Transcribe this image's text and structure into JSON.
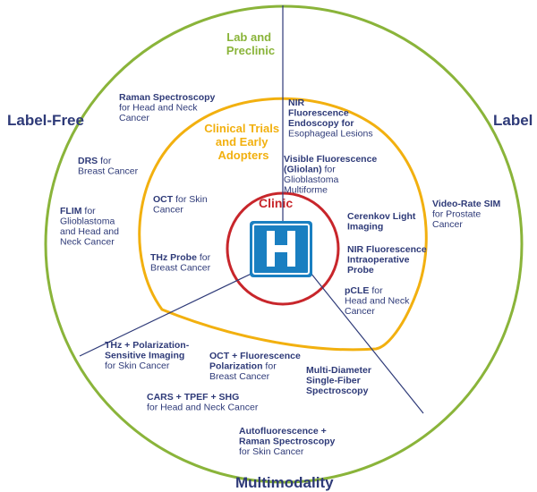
{
  "sectors": {
    "label_free": "Label-Free",
    "label": "Label",
    "multimodality": "Multimodality"
  },
  "rings": {
    "outer": [
      "Lab and",
      "Preclinic"
    ],
    "middle": [
      "Clinical Trials",
      "and Early",
      "Adopters"
    ],
    "inner": "Clinic"
  },
  "center_icon": "hospital-h-icon",
  "colors": {
    "outer_ring": "#8ab43a",
    "middle_ring": "#f2b00f",
    "inner_ring": "#c8262b",
    "text": "#2e3a78",
    "hospital_blue": "#1a7fc1"
  },
  "techniques": [
    {
      "id": "raman",
      "lines": [
        [
          "Raman Spectroscopy",
          ""
        ],
        [
          "",
          "for Head and Neck"
        ],
        [
          "",
          "Cancer"
        ]
      ]
    },
    {
      "id": "drs",
      "lines": [
        [
          "DRS",
          " for"
        ],
        [
          "",
          "Breast Cancer"
        ]
      ]
    },
    {
      "id": "flim",
      "lines": [
        [
          "FLIM",
          " for"
        ],
        [
          "",
          "Glioblastoma"
        ],
        [
          "",
          "and Head and"
        ],
        [
          "",
          "Neck Cancer"
        ]
      ]
    },
    {
      "id": "oct",
      "lines": [
        [
          "OCT",
          " for Skin"
        ],
        [
          "",
          "Cancer"
        ]
      ]
    },
    {
      "id": "thz",
      "lines": [
        [
          "THz Probe",
          " for"
        ],
        [
          "",
          "Breast Cancer"
        ]
      ]
    },
    {
      "id": "nir-endo",
      "lines": [
        [
          "NIR",
          ""
        ],
        [
          "Fluorescence",
          ""
        ],
        [
          "Endoscopy",
          "",
          " for"
        ],
        [
          "",
          "Esophageal Lesions"
        ]
      ]
    },
    {
      "id": "visible",
      "lines": [
        [
          "Visible Fluorescence",
          ""
        ],
        [
          "(Gliolan)",
          " for"
        ],
        [
          "",
          "Glioblastoma"
        ],
        [
          "",
          "Multiforme"
        ]
      ]
    },
    {
      "id": "cerenkov",
      "lines": [
        [
          "Cerenkov Light",
          ""
        ],
        [
          "Imaging",
          ""
        ]
      ]
    },
    {
      "id": "nir-probe",
      "lines": [
        [
          "NIR Fluorescence",
          ""
        ],
        [
          "Intraoperative",
          ""
        ],
        [
          "Probe",
          ""
        ]
      ]
    },
    {
      "id": "pcle",
      "lines": [
        [
          "pCLE",
          " for"
        ],
        [
          "",
          "Head and Neck"
        ],
        [
          "",
          "Cancer"
        ]
      ]
    },
    {
      "id": "sim",
      "lines": [
        [
          "Video-Rate SIM",
          ""
        ],
        [
          "",
          "for Prostate"
        ],
        [
          "",
          "Cancer"
        ]
      ]
    },
    {
      "id": "thz-pol",
      "lines": [
        [
          "THz + Polarization-",
          ""
        ],
        [
          "Sensitive Imaging",
          ""
        ],
        [
          "",
          "for Skin Cancer"
        ]
      ]
    },
    {
      "id": "oct-fl",
      "lines": [
        [
          "OCT + Fluorescence",
          ""
        ],
        [
          "Polarization",
          " for"
        ],
        [
          "",
          "Breast Cancer"
        ]
      ]
    },
    {
      "id": "multi",
      "lines": [
        [
          "Multi-Diameter",
          ""
        ],
        [
          "Single-Fiber",
          ""
        ],
        [
          "Spectroscopy",
          ""
        ]
      ]
    },
    {
      "id": "cars",
      "lines": [
        [
          "CARS + TPEF + SHG",
          ""
        ],
        [
          "",
          "for Head and Neck Cancer"
        ]
      ]
    },
    {
      "id": "auto",
      "lines": [
        [
          "Autofluorescence +",
          ""
        ],
        [
          "Raman Spectroscopy",
          ""
        ],
        [
          "",
          "for Skin Cancer"
        ]
      ]
    }
  ]
}
